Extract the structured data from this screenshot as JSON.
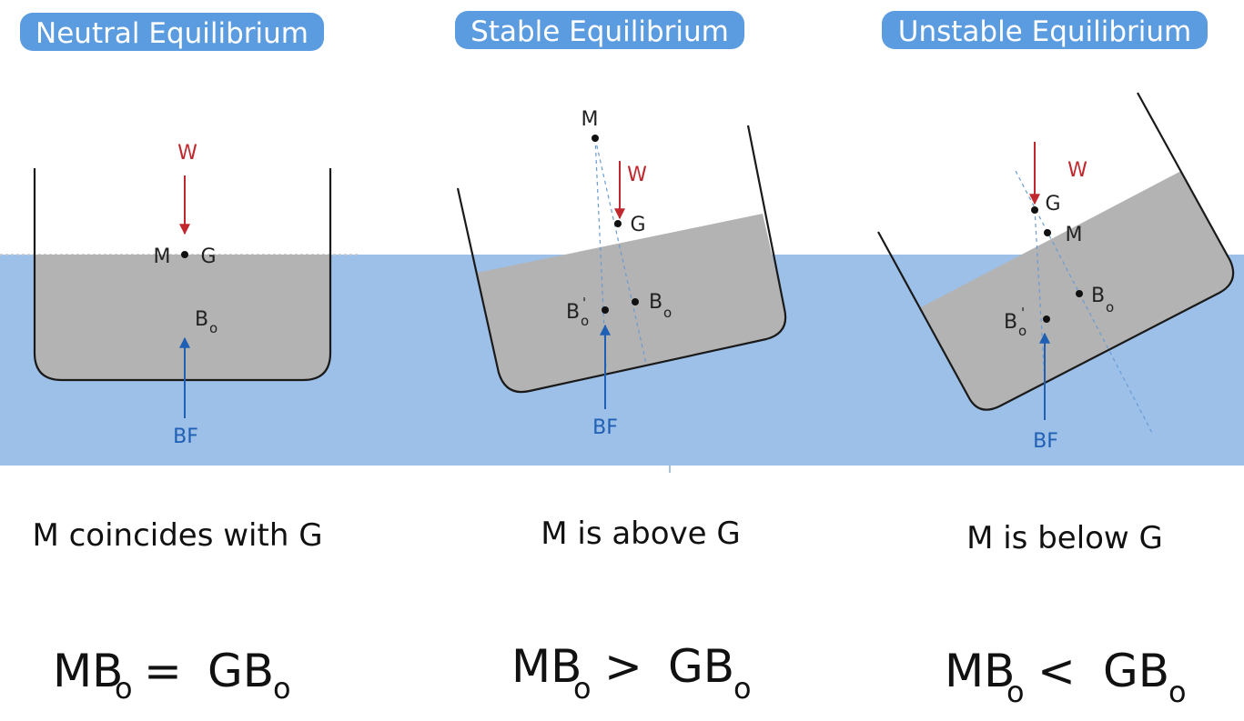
{
  "panels": [
    {
      "title": "Neutral Equilibrium",
      "point_m": "M",
      "point_g": "G",
      "point_b0": "B",
      "point_b0_sub": "o",
      "weight_label": "W",
      "buoyancy_label": "BF",
      "caption": "M coincides with G",
      "formula_left": "MB",
      "formula_left_sub": "o",
      "formula_op": "=",
      "formula_right": "GB",
      "formula_right_sub": "o"
    },
    {
      "title": "Stable Equilibrium",
      "point_m": "M",
      "point_g": "G",
      "point_b0": "B",
      "point_b0_sub": "o",
      "point_b1": "B",
      "point_b1_sub": "o",
      "point_b1_prime": "'",
      "weight_label": "W",
      "buoyancy_label": "BF",
      "caption": "M is above G",
      "formula_left": "MB",
      "formula_left_sub": "o",
      "formula_op": ">",
      "formula_right": "GB",
      "formula_right_sub": "o"
    },
    {
      "title": "Unstable Equilibrium",
      "point_m": "M",
      "point_g": "G",
      "point_b0": "B",
      "point_b0_sub": "o",
      "point_b1": "B",
      "point_b1_sub": "o",
      "point_b1_prime": "'",
      "weight_label": "W",
      "buoyancy_label": "BF",
      "caption": "M is below G",
      "formula_left": "MB",
      "formula_left_sub": "o",
      "formula_op": "<",
      "formula_right": "GB",
      "formula_right_sub": "o"
    }
  ],
  "colors": {
    "water": "#9dc0e8",
    "fluid_in_vessel": "#b3b3b3",
    "title_pill": "#5b9ce0",
    "weight_arrow": "#c0282d",
    "buoyancy_arrow": "#1f5fb4",
    "outline": "#1a1a1a"
  }
}
